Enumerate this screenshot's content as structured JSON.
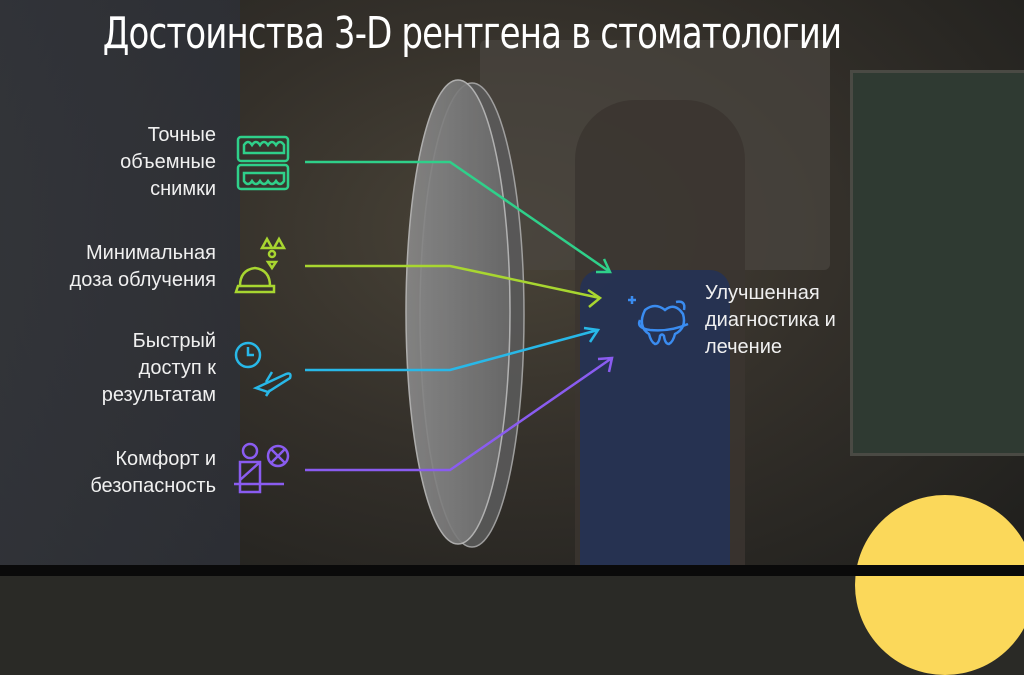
{
  "title": "Достоинства 3-D рентгена в стоматологии",
  "benefits": [
    {
      "label": "Точные\nобъемные\nснимки",
      "icon": "teeth-icon",
      "color": "#2fd08a"
    },
    {
      "label": "Минимальная\nдоза облучения",
      "icon": "radiation-helmet-icon",
      "color": "#a8d630"
    },
    {
      "label": "Быстрый\nдоступ к\nрезультатам",
      "icon": "clock-plane-icon",
      "color": "#28b8e8"
    },
    {
      "label": "Комфорт и\nбезопасность",
      "icon": "person-seatbelt-icon",
      "color": "#8a5cf0"
    }
  ],
  "result": {
    "label": "Улучшенная\nдиагностика и\nлечение",
    "icon": "tooth-icon",
    "color": "#3a8cf0"
  }
}
